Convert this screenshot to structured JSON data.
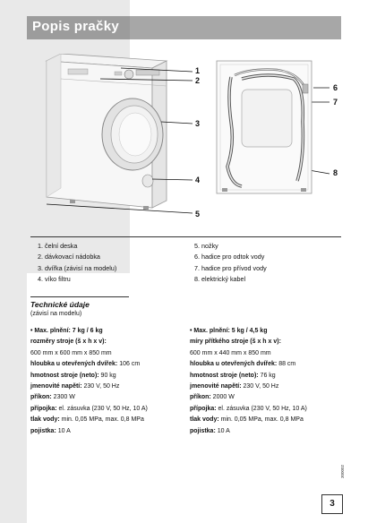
{
  "header": {
    "title": "Popis pračky"
  },
  "callouts": [
    "1",
    "2",
    "3",
    "4",
    "5",
    "6",
    "7",
    "8"
  ],
  "legend": {
    "left": [
      "1. čelní deska",
      "2. dávkovací nádobka",
      "3. dvířka (závisí na modelu)",
      "4. víko filtru"
    ],
    "right": [
      "5. nožky",
      "6. hadice pro odtok vody",
      "7. hadice pro přívod vody",
      "8. elektrický kabel"
    ]
  },
  "tech": {
    "title": "Technické údaje",
    "subtitle": "(závisí na modelu)",
    "col1": [
      {
        "bold": "• Max. plnění: 7 kg / 6 kg",
        "text": ""
      },
      {
        "bold": "rozměry stroje (š x h x v):",
        "text": ""
      },
      {
        "bold": "",
        "text": "600 mm x 600 mm x 850 mm"
      },
      {
        "bold": "hloubka u otevřených dvířek:",
        "text": " 106 cm"
      },
      {
        "bold": "hmotnost stroje (neto):",
        "text": " 90 kg"
      },
      {
        "bold": "jmenovité napětí:",
        "text": " 230 V, 50 Hz"
      },
      {
        "bold": "příkon:",
        "text": " 2300 W"
      },
      {
        "bold": "přípojka:",
        "text": " el. zásuvka (230 V, 50 Hz, 10 A)"
      },
      {
        "bold": "tlak vody:",
        "text": " min. 0,05 MPa, max. 0,8 MPa"
      },
      {
        "bold": "pojistka:",
        "text": " 10 A"
      }
    ],
    "col2": [
      {
        "bold": "• Max. plnění: 5 kg / 4,5 kg",
        "text": ""
      },
      {
        "bold": "míry přítkého stroje (š x h x v):",
        "text": ""
      },
      {
        "bold": "",
        "text": "600 mm x 440 mm x 850 mm"
      },
      {
        "bold": "hloubka u otevřených dvířek:",
        "text": " 88 cm"
      },
      {
        "bold": "hmotnost stroje (neto):",
        "text": " 76 kg"
      },
      {
        "bold": "jmenovité napětí:",
        "text": " 230 V, 50 Hz"
      },
      {
        "bold": "příkon:",
        "text": " 2000 W"
      },
      {
        "bold": "přípojka:",
        "text": " el. zásuvka (230 V, 50 Hz, 10 A)"
      },
      {
        "bold": "tlak vody:",
        "text": " min. 0,05 MPa, max. 0,8 MPa"
      },
      {
        "bold": "pojistka:",
        "text": " 10 A"
      }
    ]
  },
  "footer": {
    "page_number": "3",
    "doc_code": "300002"
  }
}
